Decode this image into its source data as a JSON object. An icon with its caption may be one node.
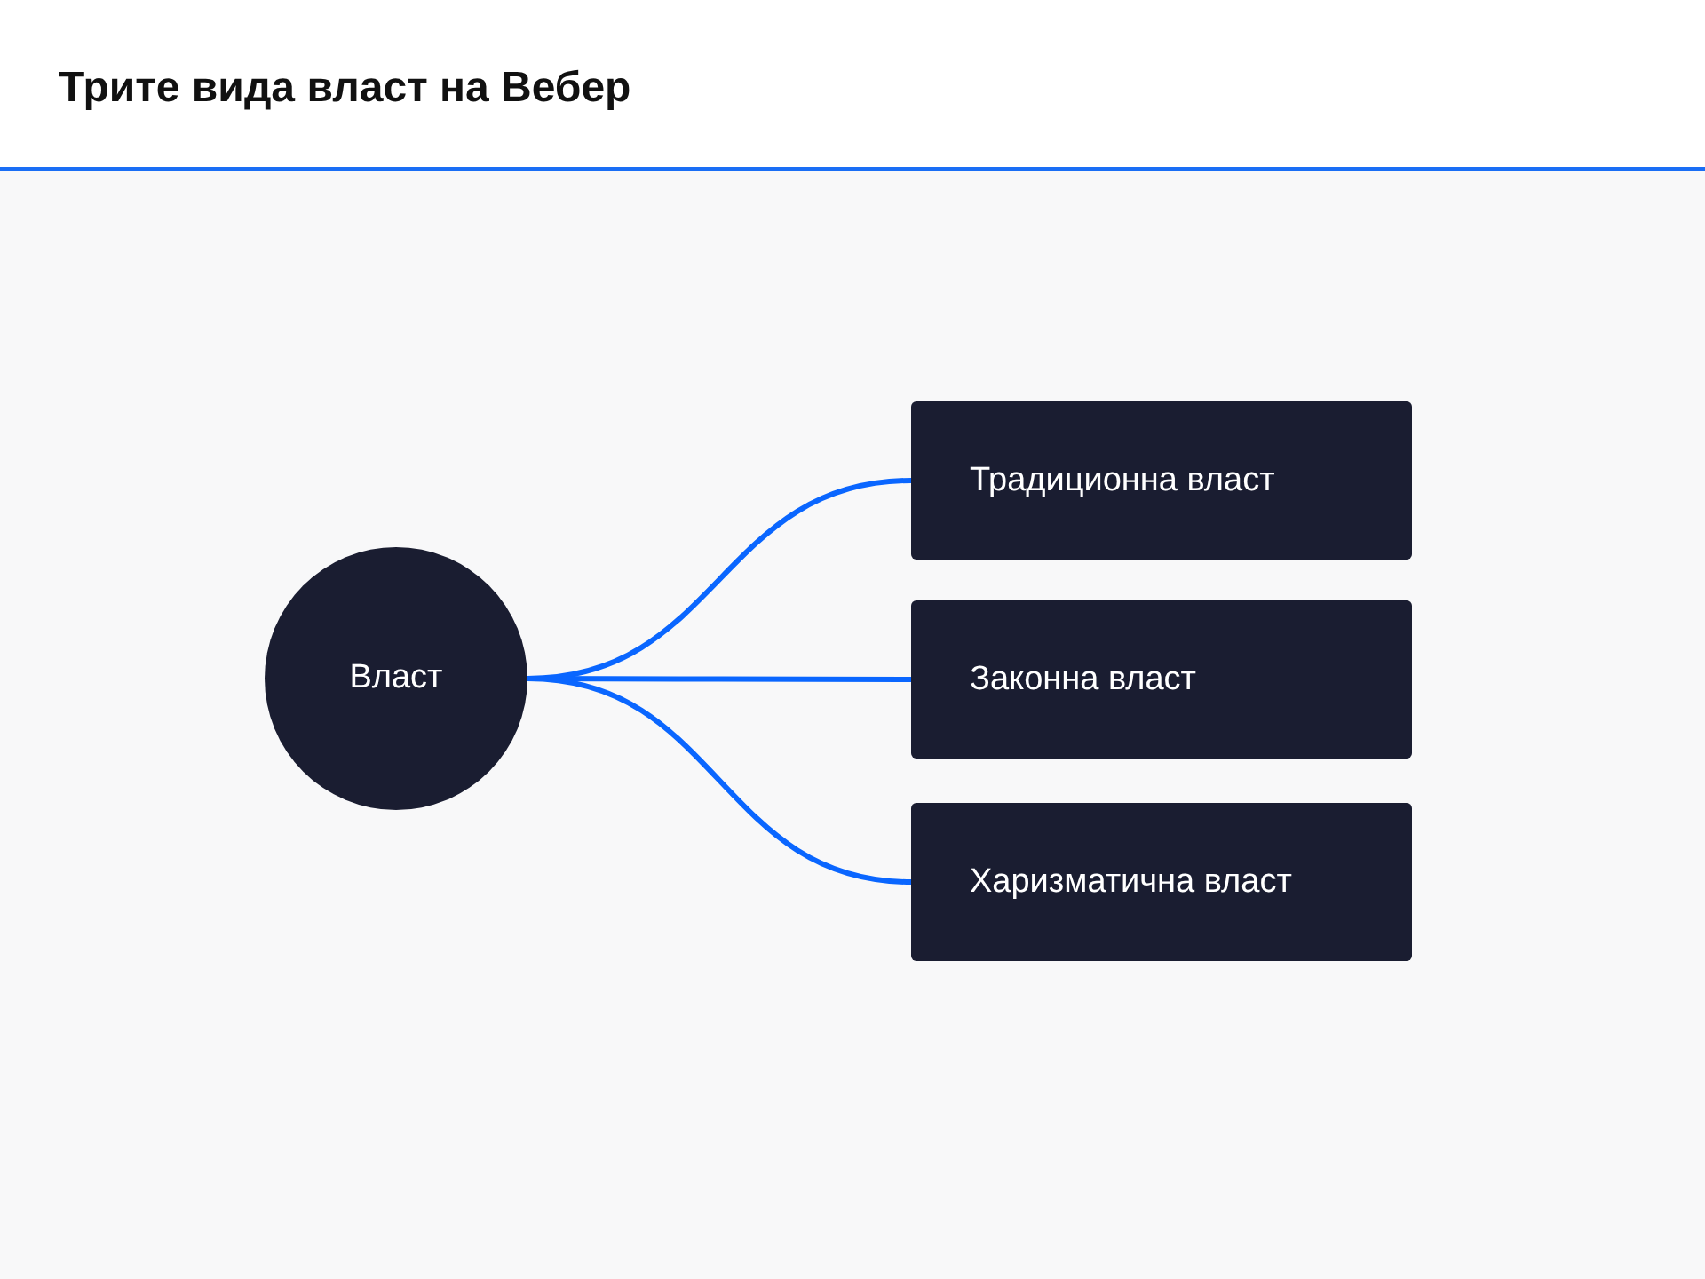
{
  "diagram": {
    "title": "Трите вида власт на Вебер",
    "nodes": [
      {
        "text": [
          "Власт"
        ]
      },
      {
        "text": [
          "Традиционна власт"
        ]
      },
      {
        "text": [
          "Законна власт"
        ]
      },
      {
        "text": [
          "Харизматична власт"
        ]
      }
    ],
    "edges": [
      {
        "from": 0,
        "to": 1,
        "arrow": "none"
      },
      {
        "from": 0,
        "to": 2,
        "arrow": "none"
      },
      {
        "from": 0,
        "to": 3,
        "arrow": "none"
      }
    ]
  }
}
